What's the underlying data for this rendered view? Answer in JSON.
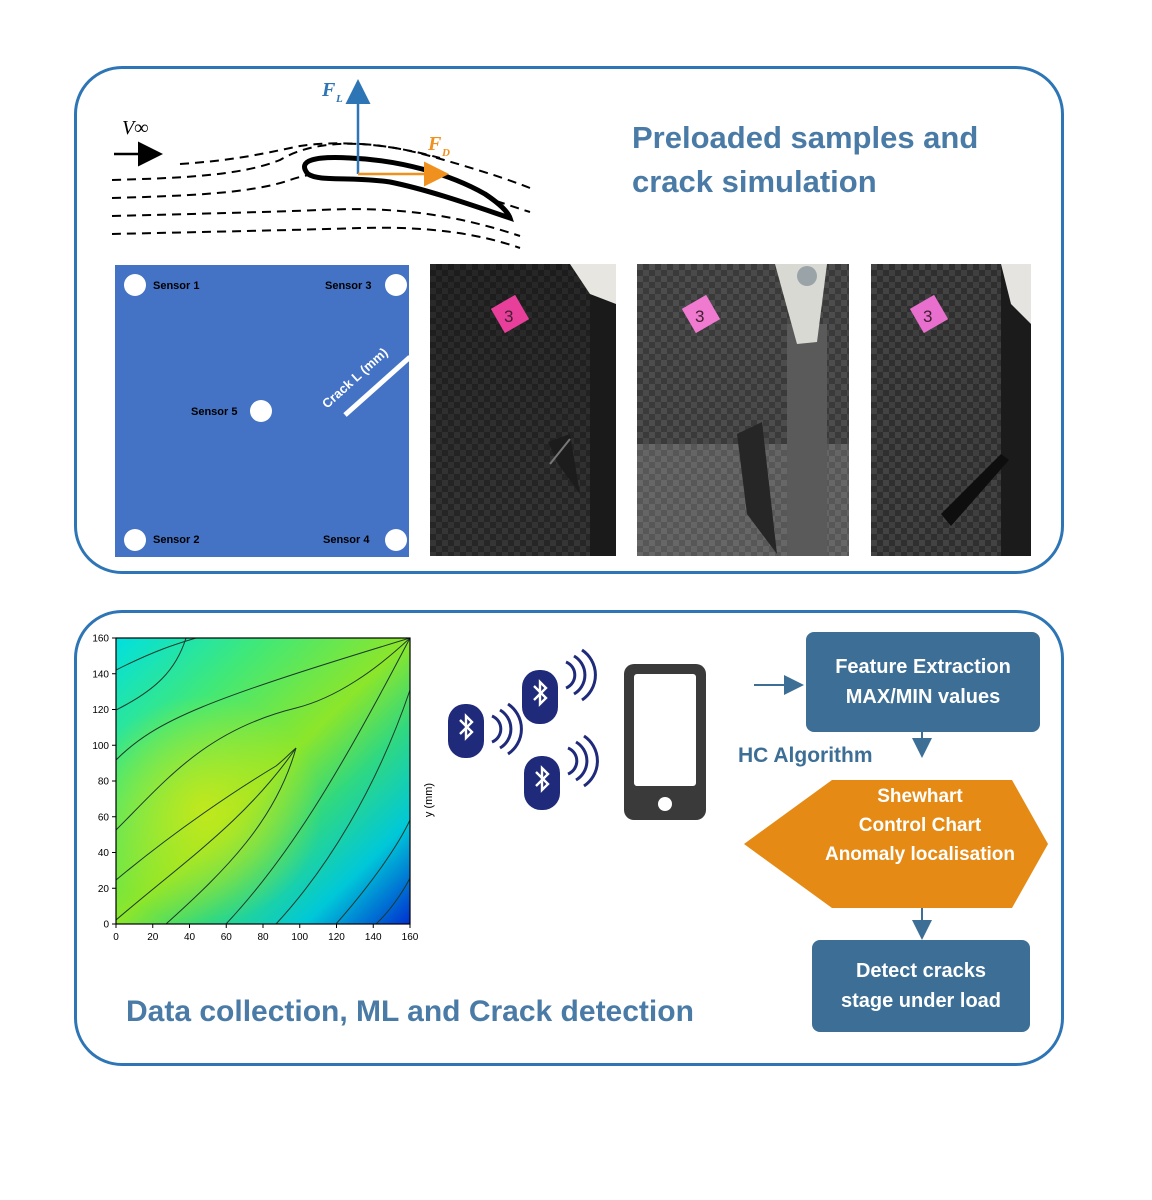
{
  "top_panel": {
    "title_line1": "Preloaded samples and",
    "title_line2": "crack simulation",
    "airfoil": {
      "v_label": "V∞",
      "lift_label": "F",
      "lift_sub": "L",
      "drag_label": "F",
      "drag_sub": "D"
    },
    "plate": {
      "color": "#4472c4",
      "sensors": [
        "Sensor 1",
        "Sensor 3",
        "Sensor 5",
        "Sensor 2",
        "Sensor 4"
      ],
      "crack_label": "Crack L (mm)"
    },
    "photo_tag": "3"
  },
  "bottom_panel": {
    "title": "Data collection, ML and Crack detection",
    "contour": {
      "x_ticks": [
        "0",
        "20",
        "40",
        "60",
        "80",
        "100",
        "120",
        "140",
        "160"
      ],
      "y_ticks": [
        "0",
        "20",
        "40",
        "60",
        "80",
        "100",
        "120",
        "140",
        "160"
      ],
      "ylabel": "y (mm)"
    },
    "flow": {
      "box1_line1": "Feature Extraction",
      "box1_line2": "MAX/MIN values",
      "algorithm_label": "HC Algorithm",
      "diamond_line1": "Shewhart",
      "diamond_line2": "Control Chart",
      "diamond_line3": "Anomaly localisation",
      "box2_line1": "Detect cracks",
      "box2_line2": "stage under load",
      "box_color": "#3d6e95",
      "diamond_color": "#e58a14"
    }
  }
}
